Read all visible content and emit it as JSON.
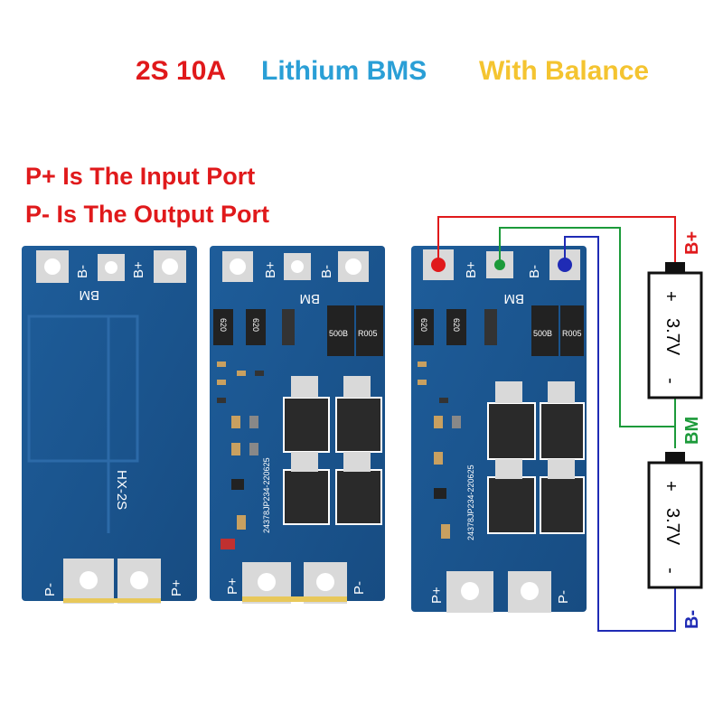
{
  "title": {
    "part1": "2S 10A",
    "part2": "Lithium BMS",
    "part3": "With Balance",
    "colors": {
      "part1": "#e0191b",
      "part2": "#2a9fd6",
      "part3": "#f4c430"
    }
  },
  "notes": {
    "line1": "P+ Is The Input Port",
    "line2": "P- Is The Output Port"
  },
  "board_back": {
    "pad_labels": {
      "b_minus": "B-",
      "b_plus": "B+",
      "bm": "BM",
      "p_minus": "P-",
      "p_plus": "P+"
    },
    "silk_text": "HX-2S"
  },
  "board_front": {
    "pad_labels": {
      "b_plus": "B+",
      "b_minus": "B-",
      "bm": "BM",
      "p_plus": "P+",
      "p_minus": "P-"
    },
    "resistors": [
      "620",
      "620",
      "500B",
      "R005"
    ],
    "serial": "24378JP234-220625"
  },
  "board_wired": {
    "pad_labels": {
      "b_plus": "B+",
      "b_minus": "B-",
      "bm": "BM",
      "p_plus": "P+",
      "p_minus": "P-"
    },
    "resistors": [
      "620",
      "620",
      "500B",
      "R005"
    ],
    "serial": "24378JP234-220625"
  },
  "wiring": {
    "b_plus": "B+",
    "bm": "BM",
    "b_minus": "B-",
    "colors": {
      "b_plus": "#e0191b",
      "bm": "#1c9a3a",
      "b_minus": "#1f2bb5"
    }
  },
  "batteries": [
    {
      "voltage": "3.7V",
      "plus": "+",
      "minus": "-"
    },
    {
      "voltage": "3.7V",
      "plus": "+",
      "minus": "-"
    }
  ]
}
